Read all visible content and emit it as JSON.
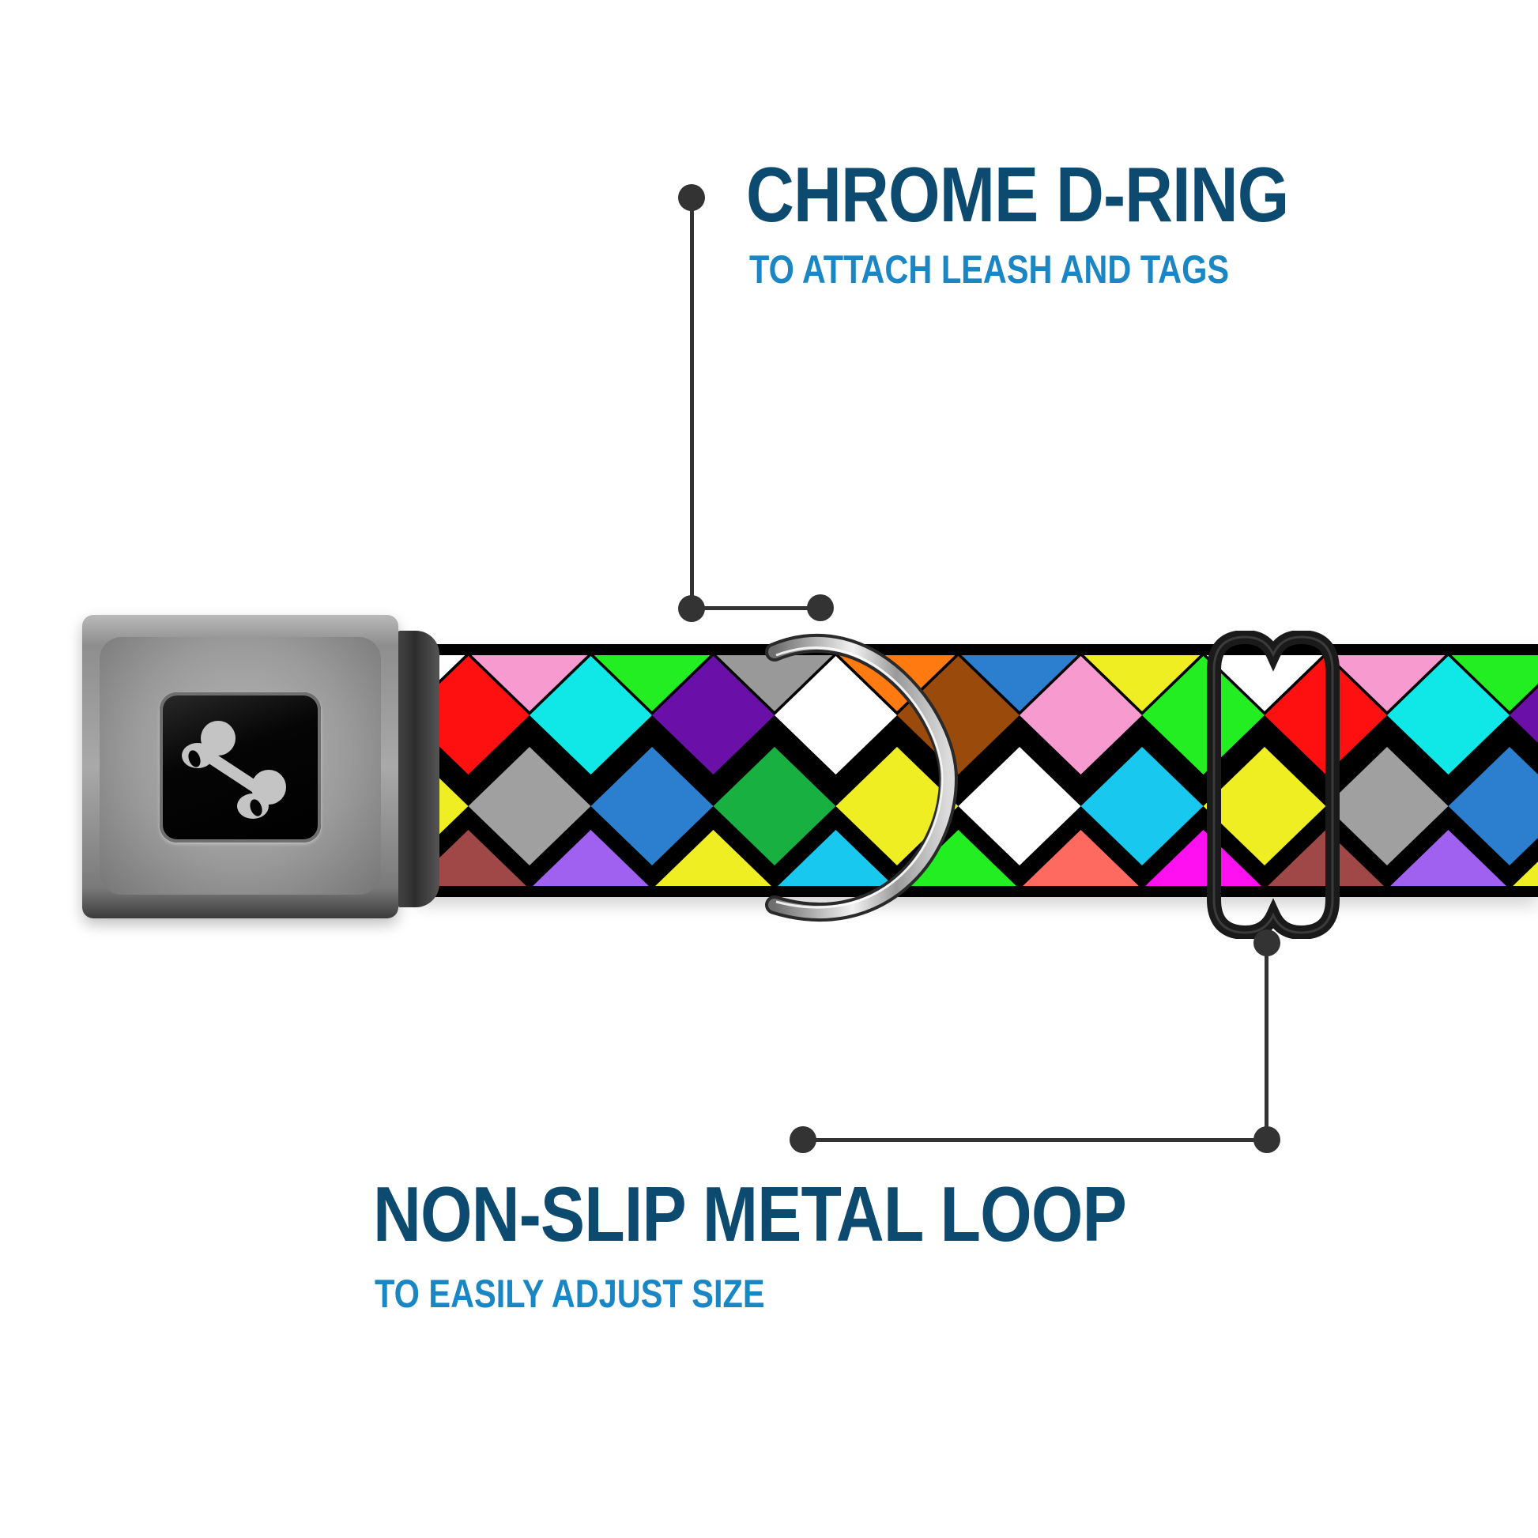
{
  "features": {
    "dring": {
      "title": "CHROME D-RING",
      "subtitle": "TO ATTACH LEASH AND TAGS"
    },
    "loop": {
      "title": "NON-SLIP METAL LOOP",
      "subtitle": "TO EASILY ADJUST SIZE"
    }
  },
  "product": {
    "type": "seatbelt-buckle dog collar",
    "buckle_icon": "dog-bone-icon",
    "pattern": "harlequin diamonds on black"
  },
  "colors": {
    "title": "#0d4a70",
    "subtitle": "#1a86c3",
    "callout": "#333333",
    "strap_base": "#000000"
  },
  "pattern_grid": {
    "top_row": [
      "#ffffff",
      "#f79ad0",
      "#22ee22",
      "#999999",
      "#ff7a10",
      "#2c7fcf",
      "#eeee22",
      "#ffffff",
      "#f79ad0",
      "#22ee22",
      "#999999",
      "#ff7a10",
      "#2c7fcf",
      "#eeee22"
    ],
    "upper_row": [
      "#ff1010",
      "#10e8e8",
      "#6a10a8",
      "#ffffff",
      "#9a4a0a",
      "#f79ad0",
      "#22ee22",
      "#ff1010",
      "#10e8e8",
      "#6a10a8",
      "#ffffff",
      "#9a4a0a",
      "#f79ad0",
      "#22ee22"
    ],
    "lower_row": [
      "#eeee22",
      "#a0a0a0",
      "#2c7fcf",
      "#18b040",
      "#eeee22",
      "#ffffff",
      "#18c8ee",
      "#eeee22",
      "#a0a0a0",
      "#2c7fcf",
      "#18b040",
      "#eeee22",
      "#ffffff",
      "#18c8ee"
    ],
    "bottom_row": [
      "#a04848",
      "#a060f0",
      "#eeee22",
      "#18c8ee",
      "#22ee22",
      "#ff6a60",
      "#ff10f0",
      "#a04848",
      "#a060f0",
      "#eeee22",
      "#18c8ee",
      "#22ee22",
      "#ff6a60",
      "#ff10f0"
    ]
  }
}
